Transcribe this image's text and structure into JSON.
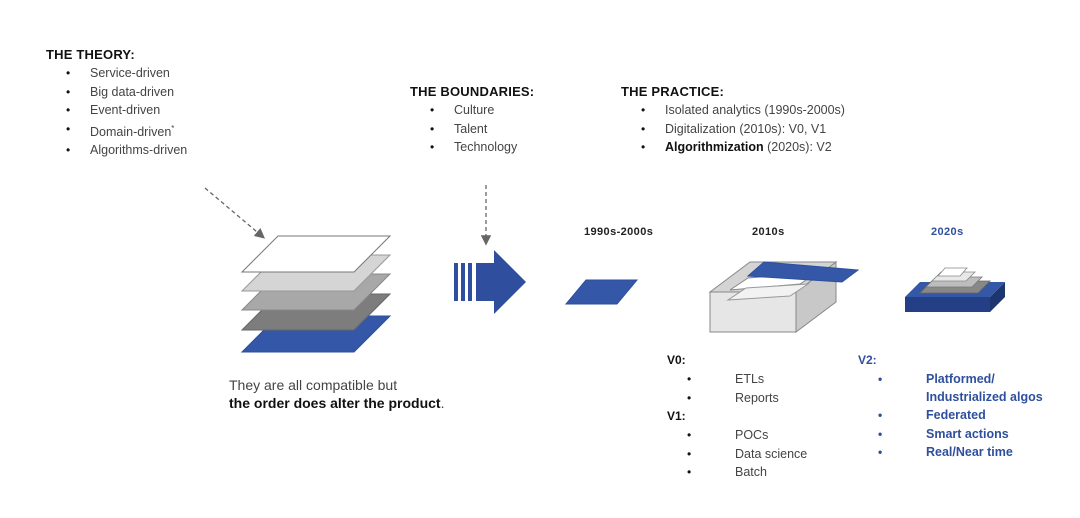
{
  "theory": {
    "heading": "THE THEORY:",
    "items": [
      "Service-driven",
      "Big data-driven",
      "Event-driven",
      "Domain-driven",
      "Algorithms-driven"
    ],
    "footnote_mark": "*"
  },
  "boundaries": {
    "heading": "THE BOUNDARIES:",
    "items": [
      "Culture",
      "Talent",
      "Technology"
    ]
  },
  "practice": {
    "heading": "THE PRACTICE:",
    "items": [
      {
        "text": "Isolated analytics (1990s-2000s)"
      },
      {
        "text": "Digitalization (2010s): V0, V1"
      },
      {
        "bold": "Algorithmization",
        "text": " (2020s): V2"
      }
    ]
  },
  "eras": [
    "1990s-2000s",
    "2010s",
    "2020s"
  ],
  "caption": {
    "line1": "They are all compatible but",
    "bold": "the order does alter the product",
    "end": "."
  },
  "v0": {
    "label": "V0:",
    "items": [
      "ETLs",
      "Reports"
    ]
  },
  "v1": {
    "label": "V1:",
    "items": [
      "POCs",
      "Data science",
      "Batch"
    ]
  },
  "v2": {
    "label": "V2:",
    "items": [
      "Platformed/ Industrialized algos",
      "Federated",
      "Smart actions",
      "Real/Near time"
    ]
  },
  "colors": {
    "accent": "#2f4f9e",
    "gray_dark": "#888888",
    "gray_mid": "#aaaaaa",
    "gray_light": "#d0d0d0"
  }
}
